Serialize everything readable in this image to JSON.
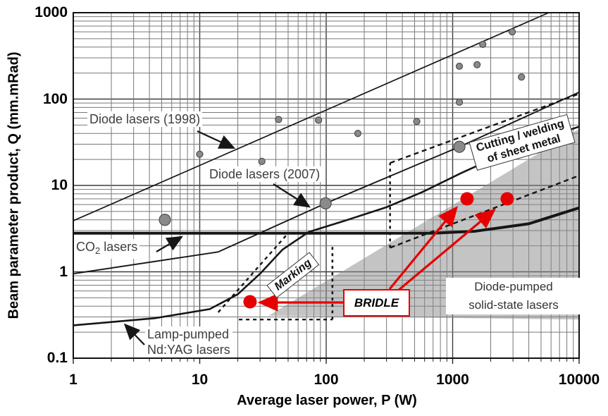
{
  "chart_data": {
    "type": "line",
    "title": "",
    "xlabel": "Average laser power, P (W)",
    "ylabel": "Beam parameter product, Q (mm.mRad)",
    "x_scale": "log",
    "y_scale": "log",
    "xlim": [
      1,
      10000
    ],
    "ylim": [
      0.1,
      1000
    ],
    "grid": "log-minor-both-axes",
    "x_ticks": [
      {
        "value": 1,
        "label": "1"
      },
      {
        "value": 10,
        "label": "10"
      },
      {
        "value": 100,
        "label": "100"
      },
      {
        "value": 1000,
        "label": "1000"
      },
      {
        "value": 10000,
        "label": "10000"
      }
    ],
    "y_ticks": [
      {
        "value": 1000,
        "label": "1000"
      },
      {
        "value": 100,
        "label": "100"
      },
      {
        "value": 10,
        "label": "10"
      },
      {
        "value": 1,
        "label": "1"
      },
      {
        "value": 0.1,
        "label": "0.1"
      }
    ],
    "series": [
      {
        "name": "cutting-upper-boundary",
        "style": "dashed",
        "width": 2.4,
        "dash": "7 5",
        "points": [
          [
            320,
            18.2
          ],
          [
            10000,
            115
          ]
        ]
      },
      {
        "name": "cutting-lower-boundary",
        "style": "dashed",
        "width": 2.4,
        "dash": "7 5",
        "points": [
          [
            320,
            1.9
          ],
          [
            10000,
            13
          ]
        ]
      },
      {
        "name": "cutting-left-boundary",
        "style": "dashed",
        "width": 2.6,
        "dash": "4 5",
        "points": [
          [
            320,
            1.9
          ],
          [
            320,
            18.2
          ]
        ]
      },
      {
        "name": "marking-diagonal-boundary",
        "style": "dashed",
        "width": 2.4,
        "dash": "5 5",
        "points": [
          [
            14,
            0.34
          ],
          [
            50,
            2.8
          ]
        ]
      },
      {
        "name": "marking-bottom-boundary",
        "style": "dashed",
        "width": 2.4,
        "dash": "5 5",
        "points": [
          [
            20.4,
            0.28
          ],
          [
            112,
            0.28
          ]
        ]
      },
      {
        "name": "marking-right-boundary",
        "style": "dashed",
        "width": 2.6,
        "dash": "4 5",
        "points": [
          [
            112,
            0.28
          ],
          [
            112,
            2.0
          ]
        ]
      },
      {
        "name": "diode-lasers-1998",
        "style": "solid",
        "width": 1.7,
        "dash": null,
        "points": [
          [
            1,
            3.9
          ],
          [
            5750,
            1000
          ]
        ]
      },
      {
        "name": "diode-lasers-2007",
        "style": "solid",
        "width": 1.9,
        "dash": null,
        "points": [
          [
            1,
            0.95
          ],
          [
            14,
            1.7
          ],
          [
            99,
            6.2
          ],
          [
            1130,
            28
          ],
          [
            10000,
            120
          ]
        ]
      },
      {
        "name": "co2-lasers",
        "style": "solid",
        "width": 4,
        "dash": null,
        "points": [
          [
            1,
            2.8
          ],
          [
            700,
            2.8
          ],
          [
            1500,
            2.95
          ],
          [
            4000,
            3.6
          ],
          [
            10000,
            5.5
          ]
        ]
      },
      {
        "name": "lamp-pumped-ndyag-lasers",
        "style": "solid",
        "width": 2.6,
        "dash": null,
        "points": [
          [
            1,
            0.24
          ],
          [
            4.4,
            0.29
          ],
          [
            12,
            0.37
          ],
          [
            20,
            0.55
          ],
          [
            30,
            0.95
          ],
          [
            45,
            1.8
          ],
          [
            73,
            2.9
          ],
          [
            140,
            3.9
          ],
          [
            300,
            5.6
          ],
          [
            577,
            8.4
          ],
          [
            1180,
            14
          ],
          [
            3000,
            26
          ],
          [
            10000,
            48
          ]
        ]
      }
    ],
    "regions": [
      {
        "name": "diode-pumped-solid-state-region",
        "fill": "#8a8a8a",
        "opacity": 0.5,
        "points": [
          [
            35,
            0.31
          ],
          [
            10000,
            45
          ],
          [
            10000,
            0.28
          ]
        ]
      }
    ],
    "scatter": [
      {
        "name": "laser-data-points-small",
        "color": "#8a8a8a",
        "edge": "#4d4d4d",
        "r": 4.5,
        "points": [
          [
            10,
            23
          ],
          [
            31,
            19
          ],
          [
            42,
            58
          ],
          [
            87,
            57
          ],
          [
            178,
            40
          ],
          [
            520,
            55
          ],
          [
            1130,
            240
          ],
          [
            1560,
            250
          ],
          [
            3500,
            180
          ],
          [
            1130,
            92
          ],
          [
            1730,
            430
          ],
          [
            2960,
            600
          ]
        ]
      },
      {
        "name": "laser-data-points-large",
        "color": "#8a8a8a",
        "edge": "#4d4d4d",
        "r": 8,
        "points": [
          [
            5.3,
            4
          ],
          [
            99,
            6.2
          ],
          [
            1130,
            28
          ]
        ]
      },
      {
        "name": "bridle-target-points",
        "color": "#e60000",
        "edge": "none",
        "r": 9.5,
        "points": [
          [
            25,
            0.45
          ],
          [
            1300,
            7
          ],
          [
            2700,
            7
          ]
        ]
      }
    ],
    "legend_position": "none"
  },
  "labels": {
    "diode_1998": "Diode lasers (1998)",
    "diode_2007": "Diode lasers (2007)",
    "co2_pre": "CO",
    "co2_sub": "2",
    "co2_post": " lasers",
    "lamp_line1": "Lamp-pumped",
    "lamp_line2": "Nd:YAG lasers",
    "marking": "Marking",
    "cutting_line1": "Cutting / welding",
    "cutting_line2": "of sheet metal",
    "dpssl_line1": "Diode-pumped",
    "dpssl_line2": "solid-state lasers",
    "bridle": "BRIDLE",
    "x_axis_title": "Average laser power, P (W)",
    "y_axis_title": "Beam parameter product, Q (mm.mRad)"
  },
  "colors": {
    "accent_red": "#e60000",
    "region_gray": "#8a8a8a",
    "line_black": "#161616",
    "grid_major": "#3c3c3c",
    "grid_minor": "#787878",
    "label_text": "#3d3d3d"
  }
}
